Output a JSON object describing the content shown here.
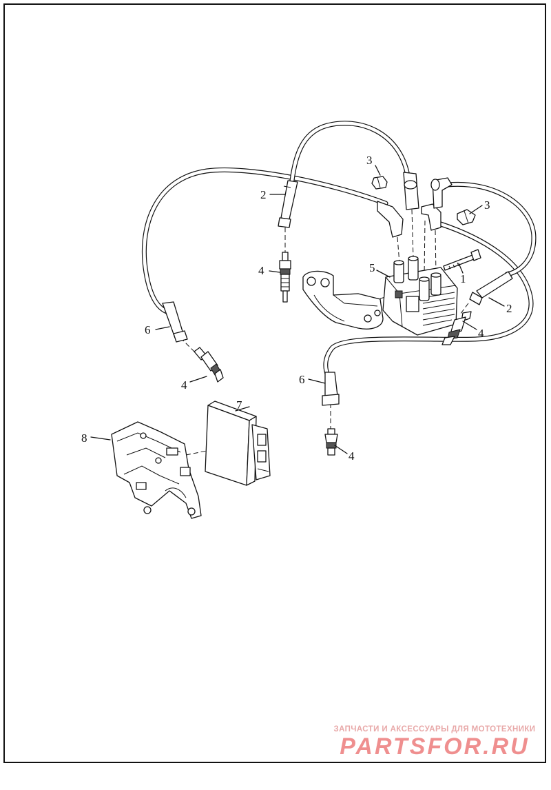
{
  "diagram": {
    "callouts": {
      "c1": "1",
      "c2a": "2",
      "c2b": "2",
      "c3a": "3",
      "c3b": "3",
      "c4a": "4",
      "c4b": "4",
      "c4c": "4",
      "c4d": "4",
      "c5": "5",
      "c6a": "6",
      "c6b": "6",
      "c7": "7",
      "c8": "8"
    }
  },
  "watermark": {
    "top_line": "ЗАПЧАСТИ И АКСЕССУАРЫ ДЛЯ МОТОТЕХНИКИ",
    "logo": "PARTSFOR.RU"
  }
}
